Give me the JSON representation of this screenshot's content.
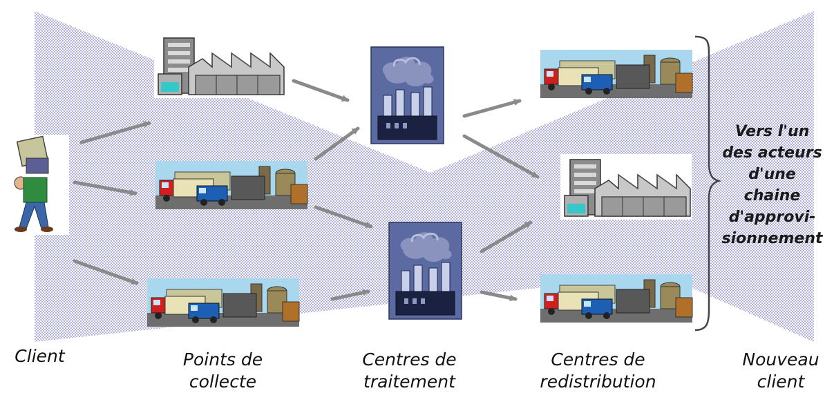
{
  "labels": {
    "client": "Client",
    "points_de_collecte": [
      "Points de",
      "collecte"
    ],
    "centres_de_traitement": [
      "Centres de",
      "traitement"
    ],
    "centres_de_redistribution": [
      "Centres de",
      "redistribution"
    ],
    "nouveau_client": [
      "Nouveau",
      "client"
    ]
  },
  "side_text": [
    "Vers l'un",
    "des acteurs",
    "d'une",
    "chaine",
    "d'approvi-",
    "sionnement"
  ],
  "icons": {
    "client": "person-carrying-box-icon",
    "collection_points": [
      "office-warehouse-icon",
      "trucks-factory-icon",
      "trucks-factory-icon"
    ],
    "processing_centres": [
      "factory-smokestack-icon",
      "factory-smokestack-icon"
    ],
    "redistribution_centres": [
      "trucks-factory-icon",
      "office-warehouse-icon",
      "trucks-factory-icon"
    ]
  },
  "colors": {
    "dots": "#7c7cc4",
    "arrow": "#8a8a8a",
    "factory_bg": "#5b6aa0"
  }
}
